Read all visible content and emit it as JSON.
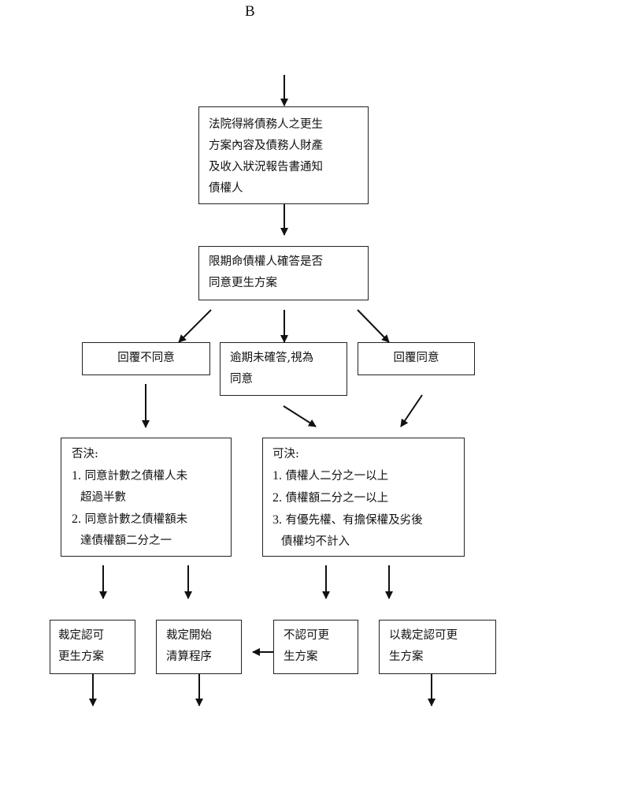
{
  "page_label": "B",
  "boxes": {
    "notify": {
      "lines": [
        "法院得將債務人之更生",
        "方案內容及債務人財產",
        "及收入狀況報告書通知",
        "債權人"
      ]
    },
    "deadline": {
      "lines": [
        "限期命債權人確答是否",
        "同意更生方案"
      ]
    },
    "reply_disagree": {
      "text": "回覆不同意"
    },
    "overdue": {
      "lines": [
        "逾期未確答,視為",
        "同意"
      ]
    },
    "reply_agree": {
      "text": "回覆同意"
    },
    "rejected": {
      "title": "否決:",
      "items": [
        {
          "num": "1.",
          "lines": [
            "同意計數之債權人未",
            "超過半數"
          ]
        },
        {
          "num": "2.",
          "lines": [
            "同意計數之債權額未",
            "達債權額二分之一"
          ]
        }
      ]
    },
    "approved": {
      "title": "可決:",
      "items": [
        {
          "num": "1.",
          "lines": [
            "債權人二分之一以上"
          ]
        },
        {
          "num": "2.",
          "lines": [
            "債權額二分之一以上"
          ]
        },
        {
          "num": "3.",
          "lines": [
            "有優先權、有擔保權及劣後",
            "債權均不計入"
          ]
        }
      ]
    },
    "ruling_approve": {
      "lines": [
        "裁定認可",
        "更生方案"
      ]
    },
    "ruling_liquidation": {
      "lines": [
        "裁定開始",
        "清算程序"
      ]
    },
    "not_approve": {
      "lines": [
        "不認可更",
        "生方案"
      ]
    },
    "approve_by_ruling": {
      "lines": [
        "以裁定認可更",
        "生方案"
      ]
    }
  },
  "colors": {
    "line": "#111111",
    "box_border": "#222222"
  }
}
